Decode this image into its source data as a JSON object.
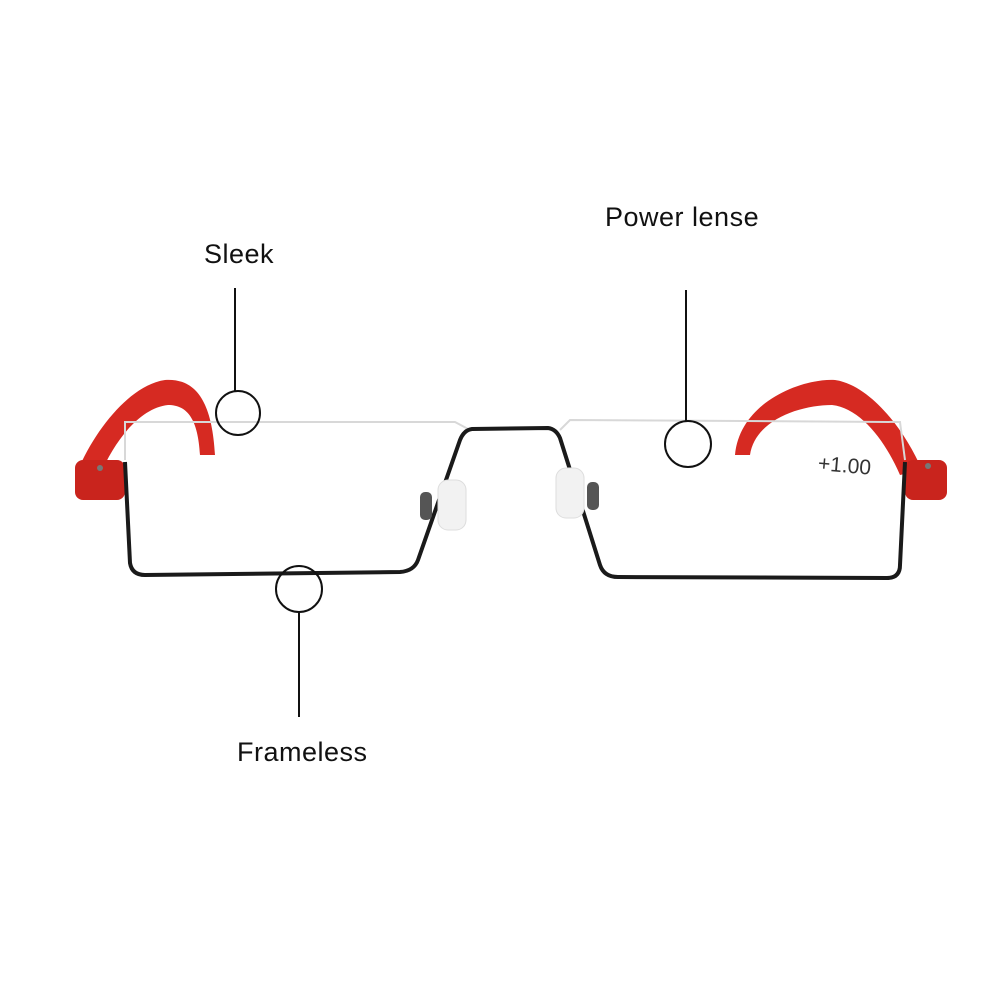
{
  "annotations": {
    "sleek": "Sleek",
    "power_lense": "Power lense",
    "frameless": "Frameless"
  },
  "lens_marking": "+1.00",
  "colors": {
    "temple": "#d62a22",
    "frame": "#1a1a1a",
    "callout": "#111111"
  }
}
